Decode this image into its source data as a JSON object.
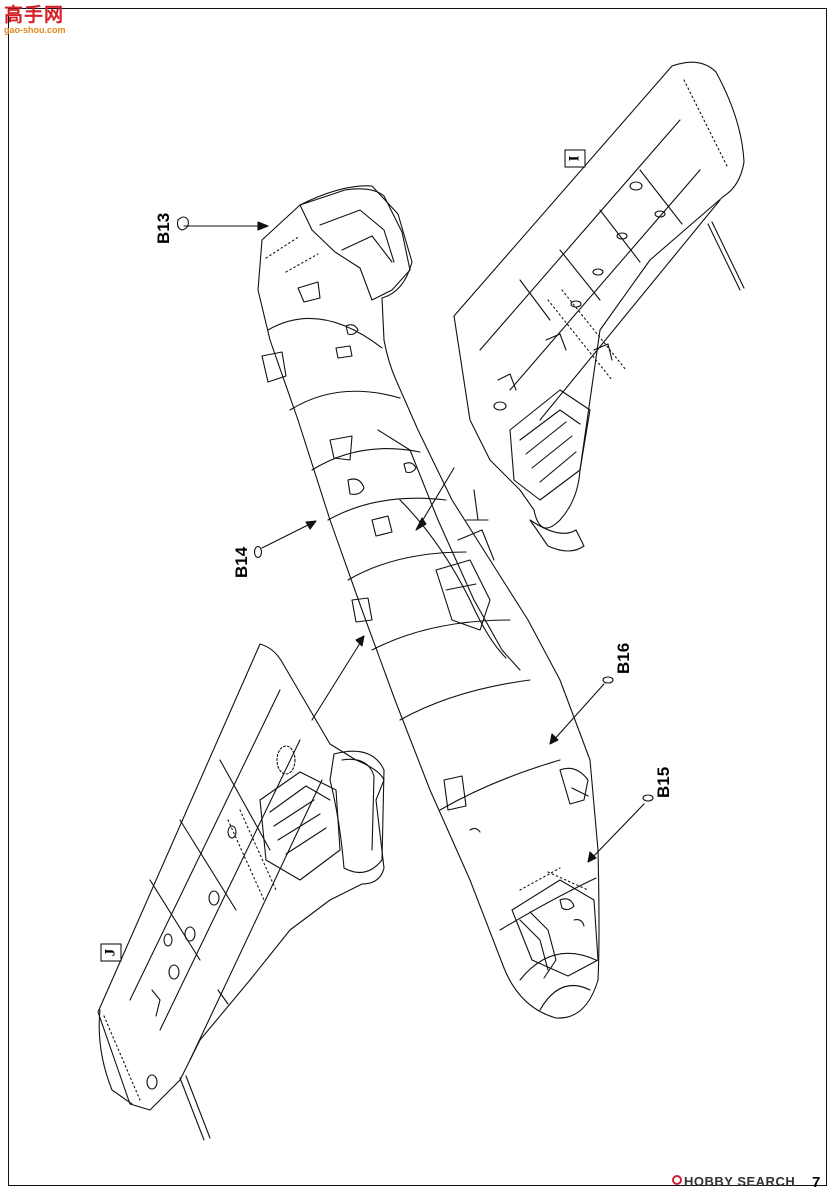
{
  "watermark": {
    "cn": "高手网",
    "url": "gao-shou.com"
  },
  "labels": {
    "b13": "B13",
    "b14": "B14",
    "b15": "B15",
    "b16": "B16",
    "wing_right": "I",
    "wing_left": "J"
  },
  "footer": {
    "page_number": "7",
    "site": "HOBBY SEARCH"
  },
  "colors": {
    "ink": "#111111",
    "brand_red": "#d71f26",
    "brand_orange": "#e08a1c"
  }
}
